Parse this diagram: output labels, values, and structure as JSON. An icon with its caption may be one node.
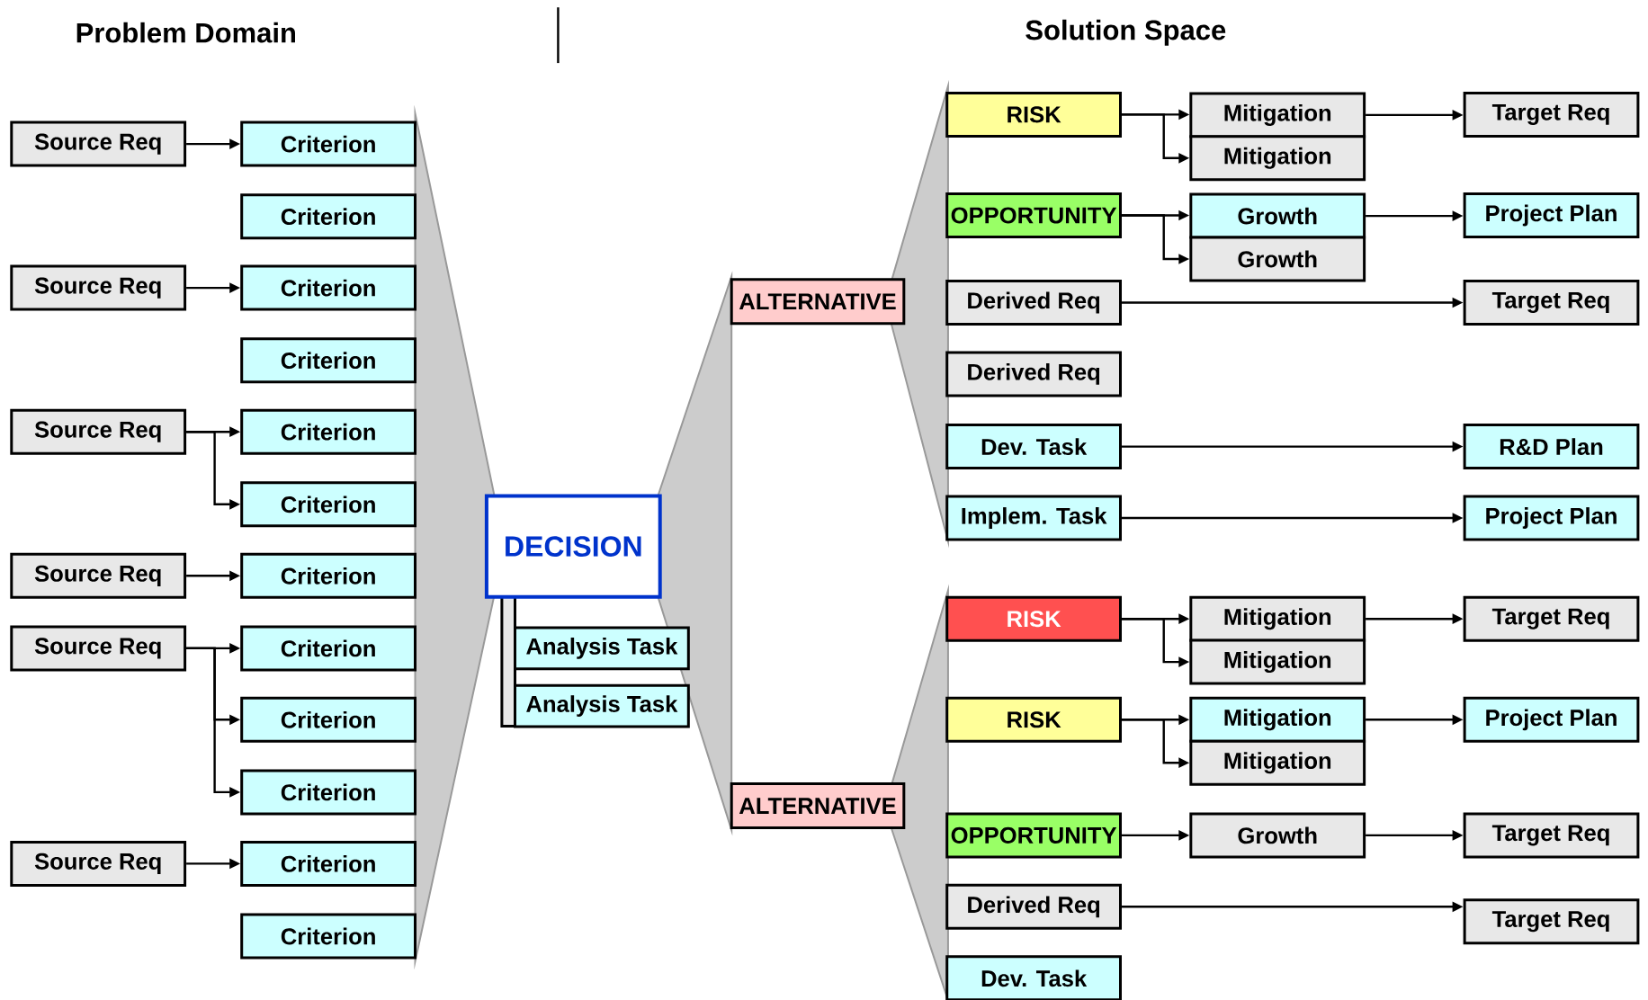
{
  "diagram": {
    "nodes": [
      {
        "text": [
          "Source Req"
        ]
      },
      {
        "text": [
          "Criterion"
        ]
      },
      {
        "text": [
          "Criterion"
        ]
      },
      {
        "text": [
          "Source Req"
        ]
      },
      {
        "text": [
          "Criterion"
        ]
      },
      {
        "text": [
          "Criterion"
        ]
      },
      {
        "text": [
          "Source Req"
        ]
      },
      {
        "text": [
          "Criterion"
        ]
      },
      {
        "text": [
          "Criterion"
        ]
      },
      {
        "text": [
          "Source Req"
        ]
      },
      {
        "text": [
          "Criterion"
        ]
      },
      {
        "text": [
          "Source Req"
        ]
      },
      {
        "text": [
          "Criterion"
        ]
      },
      {
        "text": [
          "Criterion"
        ]
      },
      {
        "text": [
          "Criterion"
        ]
      },
      {
        "text": [
          "Source Req"
        ]
      },
      {
        "text": [
          "Criterion"
        ]
      },
      {
        "text": [
          "Criterion"
        ]
      },
      {
        "text": [
          "DECISION"
        ]
      },
      {
        "text": [
          "Analysis Task"
        ]
      },
      {
        "text": [
          "Analysis Task"
        ]
      },
      {
        "text": [
          "ALTERNATIVE"
        ]
      },
      {
        "text": [
          "ALTERNATIVE"
        ]
      },
      {
        "text": [
          "RISK"
        ]
      },
      {
        "text": [
          "Mitigation"
        ]
      },
      {
        "text": [
          "Target Req"
        ]
      },
      {
        "text": [
          "Mitigation"
        ]
      },
      {
        "text": [
          "OPPORTUNITY"
        ]
      },
      {
        "text": [
          "Growth"
        ]
      },
      {
        "text": [
          "Project Plan"
        ]
      },
      {
        "text": [
          "Growth"
        ]
      },
      {
        "text": [
          "Derived Req"
        ]
      },
      {
        "text": [
          "Target Req"
        ]
      },
      {
        "text": [
          "Derived Req"
        ]
      },
      {
        "text": [
          "Dev. Task"
        ]
      },
      {
        "text": [
          "R&D Plan"
        ]
      },
      {
        "text": [
          "Implem. Task"
        ]
      },
      {
        "text": [
          "Project Plan"
        ]
      },
      {
        "text": [
          "RISK"
        ]
      },
      {
        "text": [
          "Mitigation"
        ]
      },
      {
        "text": [
          "Target Req"
        ]
      },
      {
        "text": [
          "Mitigation"
        ]
      },
      {
        "text": [
          "RISK"
        ]
      },
      {
        "text": [
          "Mitigation"
        ]
      },
      {
        "text": [
          "Project Plan"
        ]
      },
      {
        "text": [
          "Mitigation"
        ]
      },
      {
        "text": [
          "OPPORTUNITY"
        ]
      },
      {
        "text": [
          "Growth"
        ]
      },
      {
        "text": [
          "Target Req"
        ]
      },
      {
        "text": [
          "Derived Req"
        ]
      },
      {
        "text": [
          "Target Req"
        ]
      },
      {
        "text": [
          "Dev. Task"
        ]
      },
      {
        "text": [],
        "shape": "wedge"
      },
      {
        "text": [],
        "shape": "wedge"
      },
      {
        "text": [],
        "shape": "wedge"
      },
      {
        "text": [],
        "shape": "wedge"
      },
      {
        "text": [],
        "shape": "bar"
      }
    ],
    "edges": [
      {
        "from": 0,
        "to": 1,
        "arrow": "to"
      },
      {
        "from": 3,
        "to": 4,
        "arrow": "to"
      },
      {
        "from": 6,
        "to": 7,
        "arrow": "to"
      },
      {
        "from": 6,
        "to": 8,
        "arrow": "to"
      },
      {
        "from": 9,
        "to": 10,
        "arrow": "to"
      },
      {
        "from": 11,
        "to": 12,
        "arrow": "to"
      },
      {
        "from": 11,
        "to": 13,
        "arrow": "to"
      },
      {
        "from": 11,
        "to": 14,
        "arrow": "to"
      },
      {
        "from": 15,
        "to": 16,
        "arrow": "to"
      },
      {
        "from": 23,
        "to": 24,
        "arrow": "to"
      },
      {
        "from": 23,
        "to": 26,
        "arrow": "to"
      },
      {
        "from": 24,
        "to": 25,
        "arrow": "to"
      },
      {
        "from": 27,
        "to": 28,
        "arrow": "to"
      },
      {
        "from": 27,
        "to": 30,
        "arrow": "to"
      },
      {
        "from": 28,
        "to": 29,
        "arrow": "to"
      },
      {
        "from": 31,
        "to": 32,
        "arrow": "to"
      },
      {
        "from": 34,
        "to": 35,
        "arrow": "to"
      },
      {
        "from": 36,
        "to": 37,
        "arrow": "to"
      },
      {
        "from": 38,
        "to": 39,
        "arrow": "to"
      },
      {
        "from": 38,
        "to": 41,
        "arrow": "to"
      },
      {
        "from": 39,
        "to": 40,
        "arrow": "to"
      },
      {
        "from": 42,
        "to": 43,
        "arrow": "to"
      },
      {
        "from": 42,
        "to": 45,
        "arrow": "to"
      },
      {
        "from": 43,
        "to": 44,
        "arrow": "to"
      },
      {
        "from": 46,
        "to": 47,
        "arrow": "to"
      },
      {
        "from": 47,
        "to": 48,
        "arrow": "to"
      },
      {
        "from": 49,
        "to": 50,
        "arrow": "to"
      }
    ],
    "labels": [
      "Problem Domain",
      "Solution Space"
    ]
  }
}
